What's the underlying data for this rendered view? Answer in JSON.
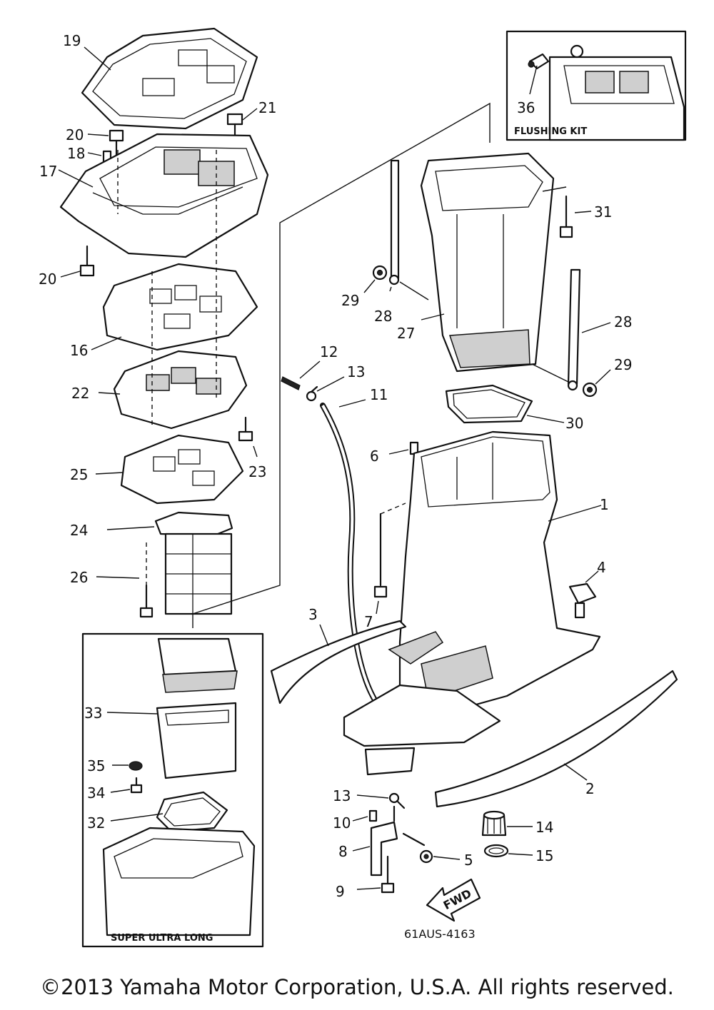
{
  "callouts": {
    "c1": "1",
    "c2": "2",
    "c3": "3",
    "c4": "4",
    "c5": "5",
    "c6": "6",
    "c7": "7",
    "c8": "8",
    "c9": "9",
    "c10": "10",
    "c11": "11",
    "c12": "12",
    "c13a": "13",
    "c13b": "13",
    "c14": "14",
    "c15": "15",
    "c16": "16",
    "c17": "17",
    "c18": "18",
    "c19": "19",
    "c20a": "20",
    "c20b": "20",
    "c21": "21",
    "c22": "22",
    "c23": "23",
    "c24": "24",
    "c25": "25",
    "c26": "26",
    "c27": "27",
    "c28a": "28",
    "c28b": "28",
    "c29a": "29",
    "c29b": "29",
    "c30": "30",
    "c31": "31",
    "c32": "32",
    "c33": "33",
    "c34": "34",
    "c35": "35",
    "c36": "36"
  },
  "insets": {
    "flushing_kit": "FLUSHING KIT",
    "super_ultra_long": "SUPER ULTRA LONG"
  },
  "fwd_arrow": "FWD",
  "diagram_code": "61AUS-4163",
  "copyright": "©2013 Yamaha Motor Corporation, U.S.A. All rights reserved."
}
